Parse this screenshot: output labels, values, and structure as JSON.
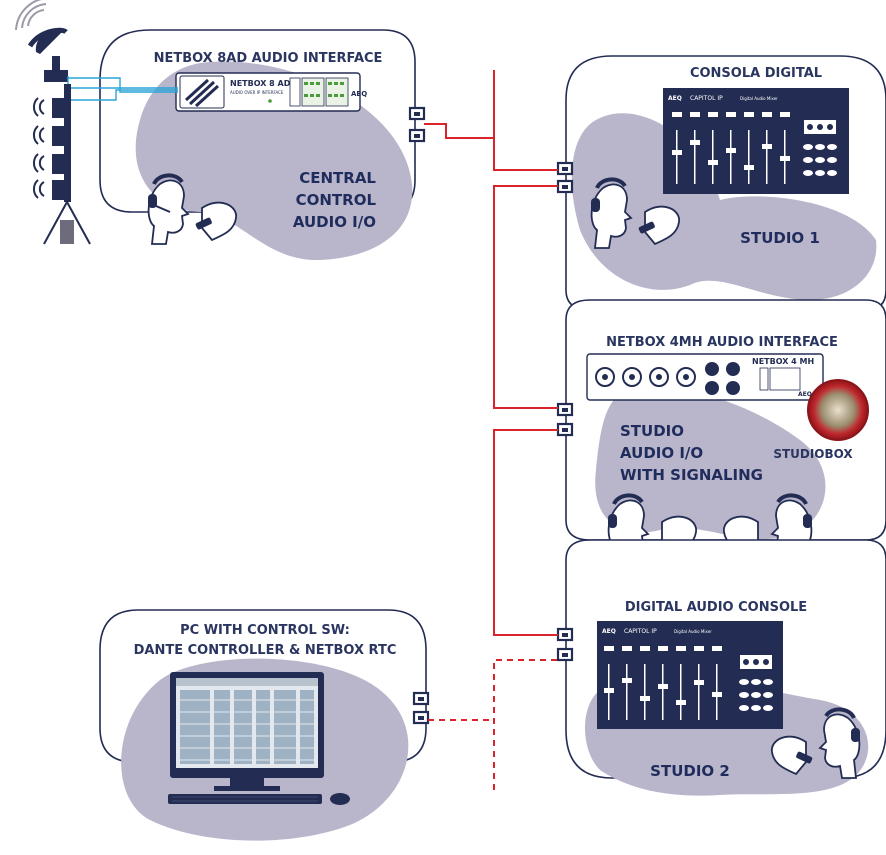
{
  "colors": {
    "navy": "#232c52",
    "blob": "#b9b6cb",
    "link_red": "#d9242b",
    "text": "#2a3560",
    "audio_cable_blue": "#2aa4d8"
  },
  "central": {
    "title": "NETBOX 8AD AUDIO INTERFACE",
    "label_lines": [
      "CENTRAL",
      "CONTROL",
      "AUDIO I/O"
    ],
    "device": {
      "model": "NETBOX 8 AD",
      "subtitle": "AUDIO OVER IP INTERFACE",
      "brand": "AEQ"
    }
  },
  "studio1": {
    "title": "CONSOLA DIGITAL",
    "label": "STUDIO 1",
    "console": {
      "brand": "AEQ",
      "model": "CAPITOL IP",
      "tag": "Digital Audio Mixer"
    }
  },
  "studio_io": {
    "title": "NETBOX 4MH AUDIO INTERFACE",
    "label_lines": [
      "STUDIO",
      "AUDIO I/O",
      "WITH SIGNALING"
    ],
    "studiobox": "STUDIOBOX",
    "device": {
      "model": "NETBOX 4 MH",
      "brand": "AEQ"
    }
  },
  "studio2": {
    "title": "DIGITAL AUDIO CONSOLE",
    "label": "STUDIO 2",
    "console": {
      "brand": "AEQ",
      "model": "CAPITOL IP",
      "tag": "Digital Audio Mixer"
    }
  },
  "pc": {
    "title_lines": [
      "PC WITH CONTROL SW:",
      "DANTE CONTROLLER & NETBOX RTC"
    ]
  },
  "icons": [
    "satellite-dish-icon",
    "antenna-mast-icon",
    "wifi-signal-icon",
    "headset-operator-icon",
    "rj45-port-icon",
    "computer-monitor-icon",
    "keyboard-icon",
    "mouse-icon"
  ]
}
